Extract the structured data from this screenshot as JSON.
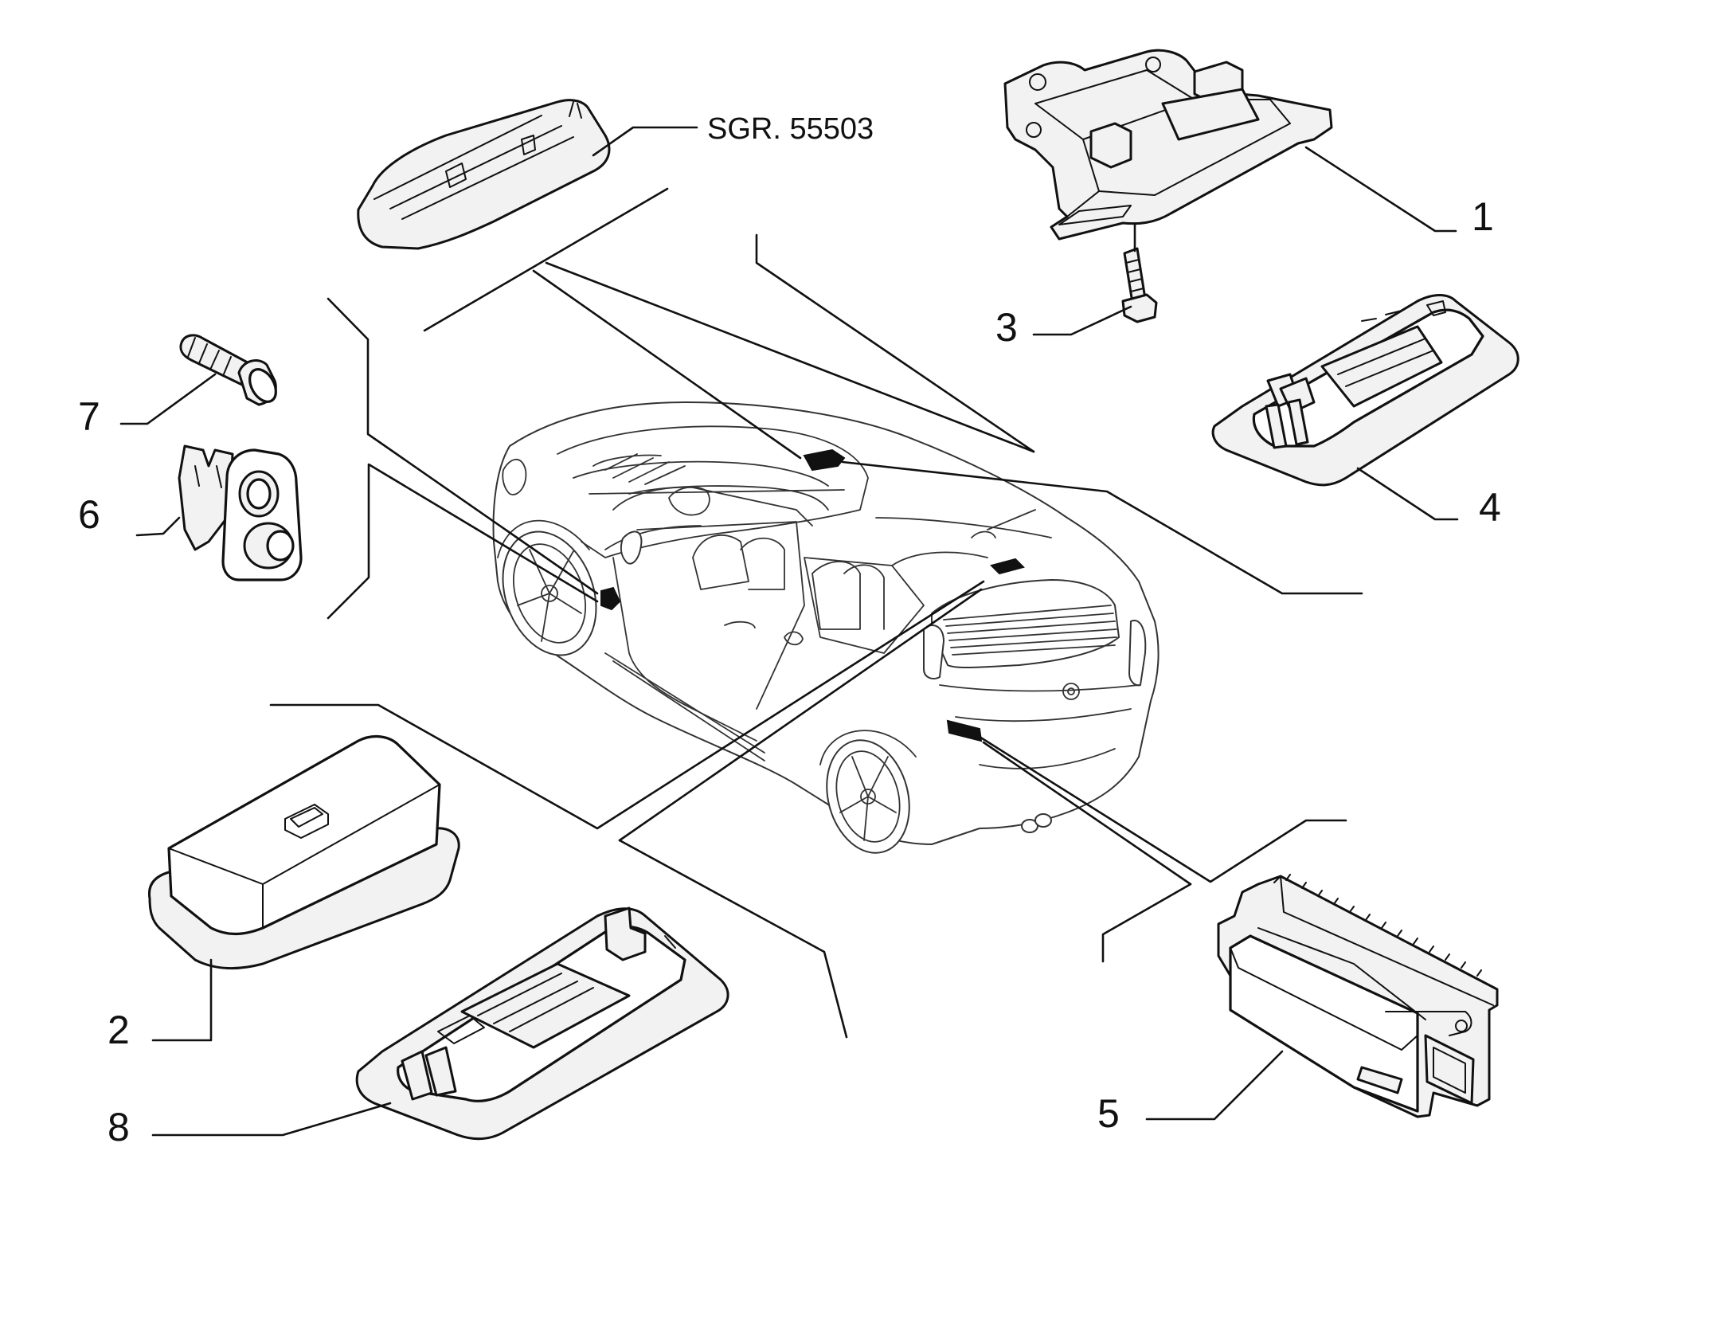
{
  "reference": {
    "text": "SGR. 55503"
  },
  "callouts": [
    {
      "key": "1",
      "text": "1"
    },
    {
      "key": "2",
      "text": "2"
    },
    {
      "key": "3",
      "text": "3"
    },
    {
      "key": "4",
      "text": "4"
    },
    {
      "key": "5",
      "text": "5"
    },
    {
      "key": "6",
      "text": "6"
    },
    {
      "key": "7",
      "text": "7"
    },
    {
      "key": "8",
      "text": "8"
    }
  ],
  "colors": {
    "line": "#111111",
    "background": "#ffffff",
    "part_fill": "#f2f2f2"
  }
}
